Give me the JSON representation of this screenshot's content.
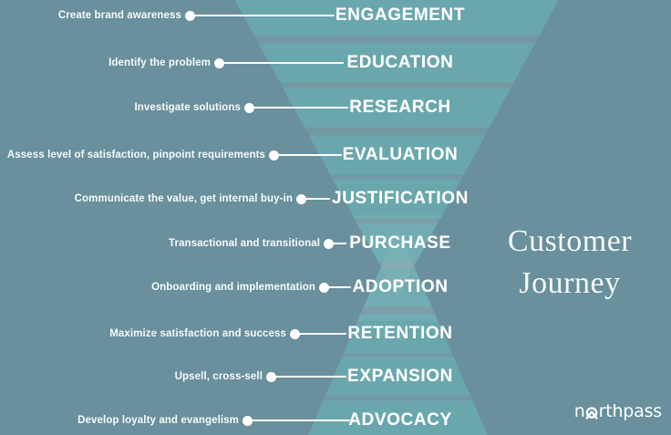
{
  "title": {
    "line1": "Customer",
    "line2": "Journey"
  },
  "brand": {
    "logo_text": "northpass",
    "logo_prefix": "n",
    "logo_suffix": "rthpass",
    "logo_o_icon": "chevron-up-in-ring"
  },
  "colors": {
    "background": "#69909c",
    "band": "#69a7ad",
    "silhouette_overlay": "rgba(255,255,255,0.08)",
    "text": "#ffffff"
  },
  "stages": [
    {
      "label": "ENGAGEMENT",
      "description": "Create brand awareness"
    },
    {
      "label": "EDUCATION",
      "description": "Identify the problem"
    },
    {
      "label": "RESEARCH",
      "description": "Investigate solutions"
    },
    {
      "label": "EVALUATION",
      "description": "Assess level of satisfaction, pinpoint requirements"
    },
    {
      "label": "JUSTIFICATION",
      "description": "Communicate the value, get internal buy-in"
    },
    {
      "label": "PURCHASE",
      "description": "Transactional and transitional"
    },
    {
      "label": "ADOPTION",
      "description": "Onboarding and implementation"
    },
    {
      "label": "RETENTION",
      "description": "Maximize satisfaction and success"
    },
    {
      "label": "EXPANSION",
      "description": "Upsell, cross-sell"
    },
    {
      "label": "ADVOCACY",
      "description": "Develop loyalty and evangelism"
    }
  ]
}
